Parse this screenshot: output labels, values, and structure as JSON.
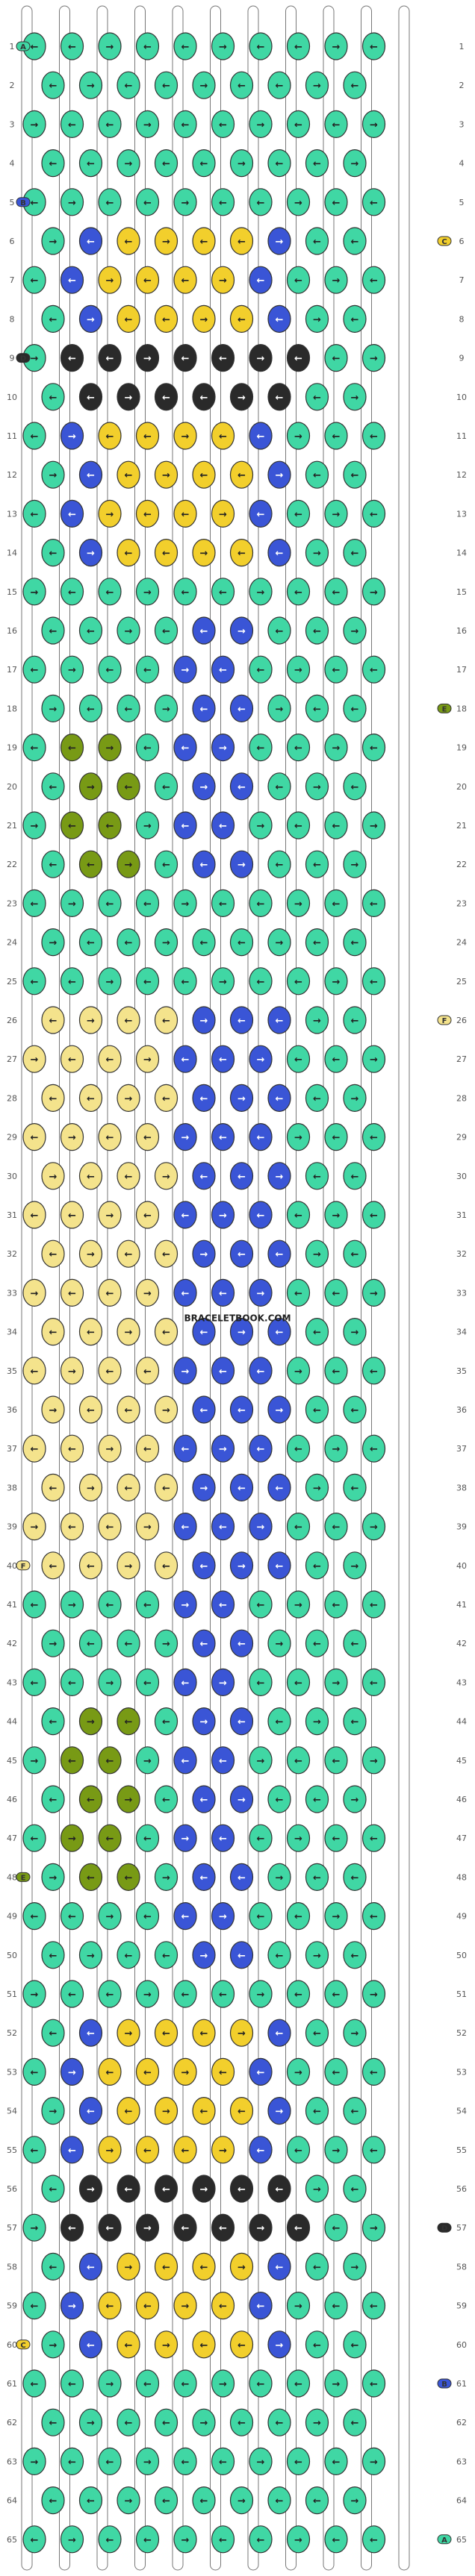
{
  "pattern": {
    "title": "",
    "watermark": "BRACELETBOOK.COM",
    "rows": 65,
    "strings": 10,
    "row_labels": [
      "1",
      "2",
      "3",
      "4",
      "5",
      "6",
      "7",
      "8",
      "9",
      "10",
      "11",
      "12",
      "13",
      "14",
      "15",
      "16",
      "17",
      "18",
      "19",
      "20",
      "21",
      "22",
      "23",
      "24",
      "25",
      "26",
      "27",
      "28",
      "29",
      "30",
      "31",
      "32",
      "33",
      "34",
      "35",
      "36",
      "37",
      "38",
      "39",
      "40",
      "41",
      "42",
      "43",
      "44",
      "45",
      "46",
      "47",
      "48",
      "49",
      "50",
      "51",
      "52",
      "53",
      "54",
      "55",
      "56",
      "57",
      "58",
      "59",
      "60",
      "61",
      "62",
      "63",
      "64",
      "65"
    ],
    "colors": {
      "A": "#40d7a4",
      "B": "#3a55d6",
      "C": "#f2cf2c",
      "D": "#2a2a2a",
      "E": "#789a15",
      "F": "#f4e38c"
    },
    "edge_letters": {
      "left": {
        "1": "A",
        "5": "B",
        "9": "D",
        "40": "F",
        "48": "E",
        "60": "C"
      },
      "right": {
        "6": "C",
        "18": "E",
        "26": "F",
        "57": "D",
        "61": "B",
        "65": "A"
      }
    },
    "arrows": {
      "forward": "→",
      "backward": "←"
    }
  }
}
